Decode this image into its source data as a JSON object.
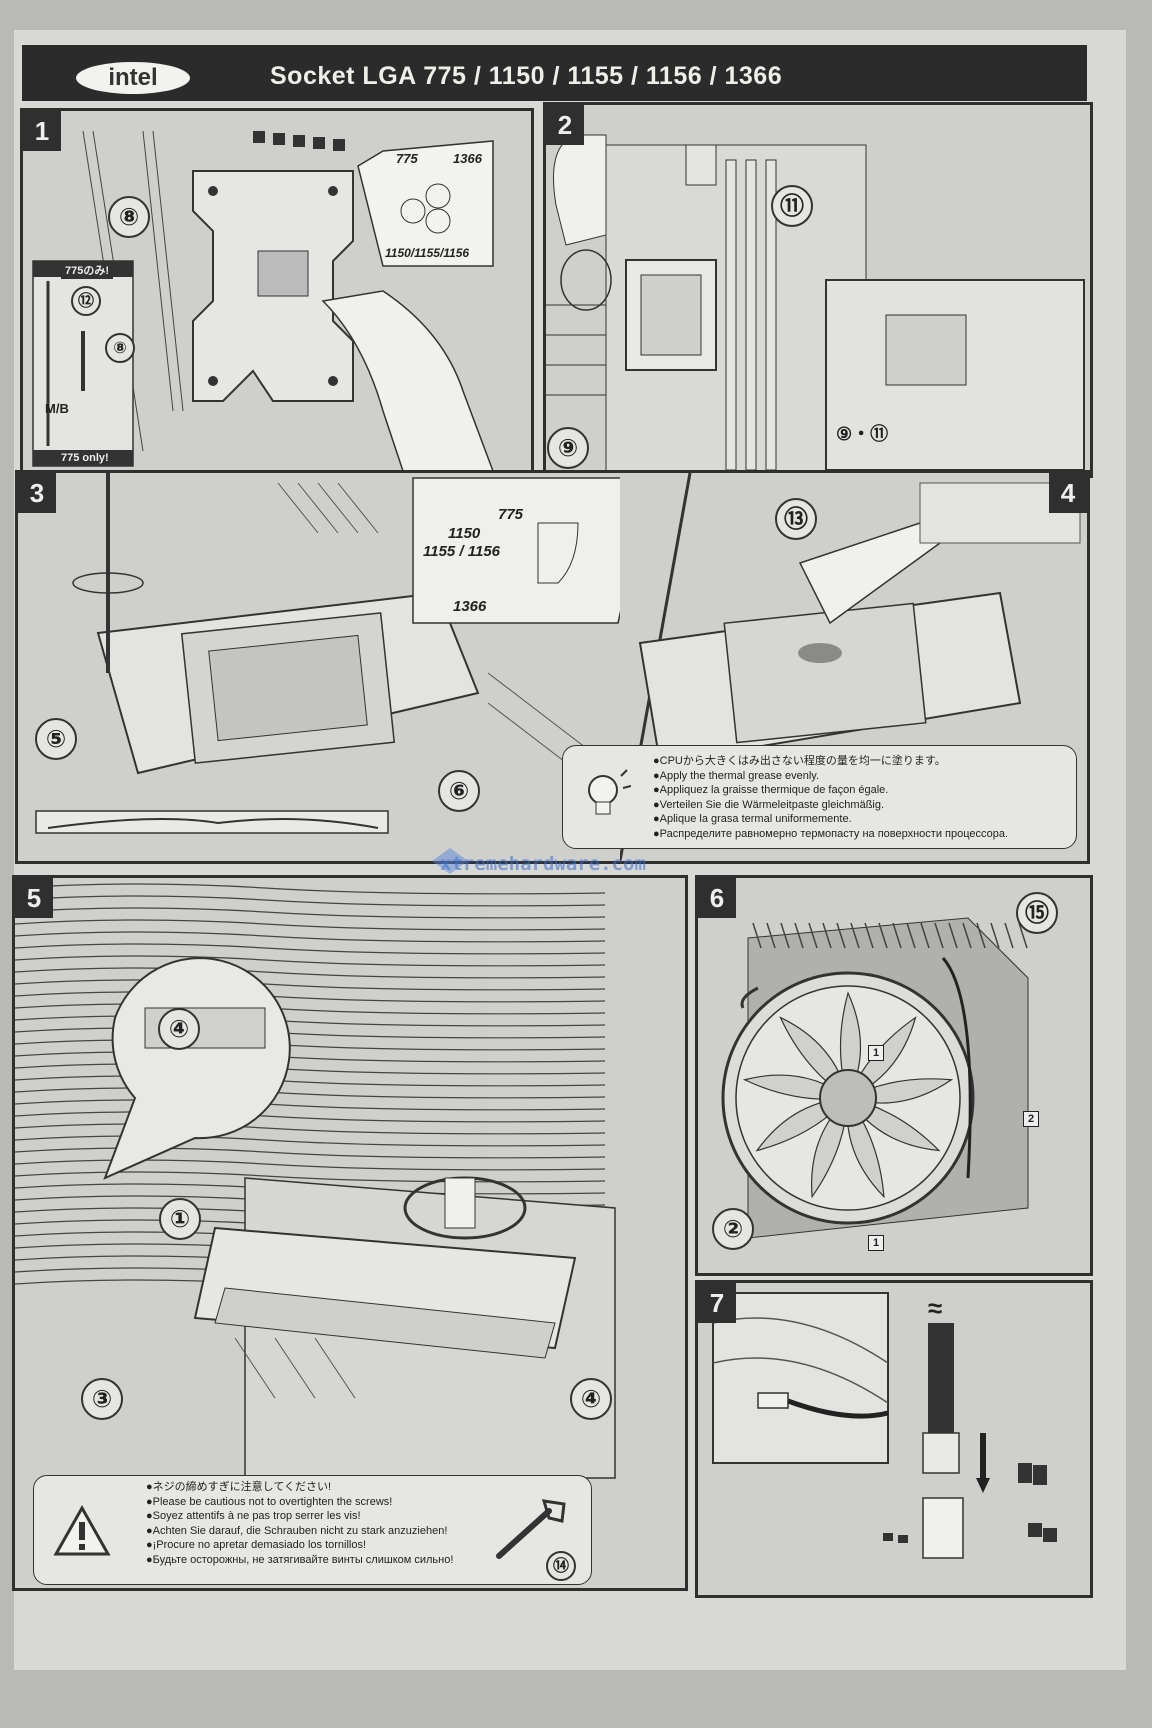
{
  "brand": "intel",
  "title": "Socket LGA 775 / 1150 / 1155 / 1156 / 1366",
  "watermark": "xtremehardware.com",
  "panels": [
    {
      "num": "1",
      "callouts": {
        "c8": "⑧",
        "c12": "⑫",
        "c8b": "⑧",
        "s775": "775",
        "s1366": "1366",
        "s115x": "1150/1155/1156",
        "only_jp": "775のみ!",
        "only_en": "775 only!",
        "mb": "M/B"
      }
    },
    {
      "num": "2",
      "callouts": {
        "c11": "⑪",
        "c9": "⑨",
        "combo": "⑨・⑪"
      }
    },
    {
      "num": "3",
      "callouts": {
        "c5": "⑤",
        "c6": "⑥",
        "s775": "775",
        "s1150": "1150",
        "s1155": "1155 / 1156",
        "s1366": "1366"
      }
    },
    {
      "num": "4",
      "callouts": {
        "c13": "⑬"
      },
      "notes": [
        "●CPUから大きくはみ出さない程度の量を均一に塗ります。",
        "●Apply the thermal grease evenly.",
        "●Appliquez la graisse thermique de façon égale.",
        "●Verteilen Sie die Wärmeleitpaste gleichmäßig.",
        "●Aplique la grasa termal uniformemente.",
        "●Распределите равномерно  термопасту   на поверхности процессора."
      ]
    },
    {
      "num": "5",
      "callouts": {
        "c4a": "④",
        "c1": "①",
        "c3": "③",
        "c4b": "④",
        "c14": "⑭"
      },
      "notes": [
        "●ネジの締めすぎに注意してください!",
        "●Please be cautious not to overtighten the screws!",
        "●Soyez attentifs à ne pas trop serrer les vis!",
        "●Achten Sie darauf, die Schrauben nicht zu stark anzuziehen!",
        "●¡Procure no apretar demasiado los tornillos!",
        "●Будьте осторожны, не затягивайте винты слишком сильно!"
      ]
    },
    {
      "num": "6",
      "callouts": {
        "c15": "⑮",
        "c2": "②",
        "step1a": "1",
        "step2": "2",
        "step1b": "1"
      }
    },
    {
      "num": "7",
      "callouts": {
        "wave": "≈"
      }
    }
  ]
}
